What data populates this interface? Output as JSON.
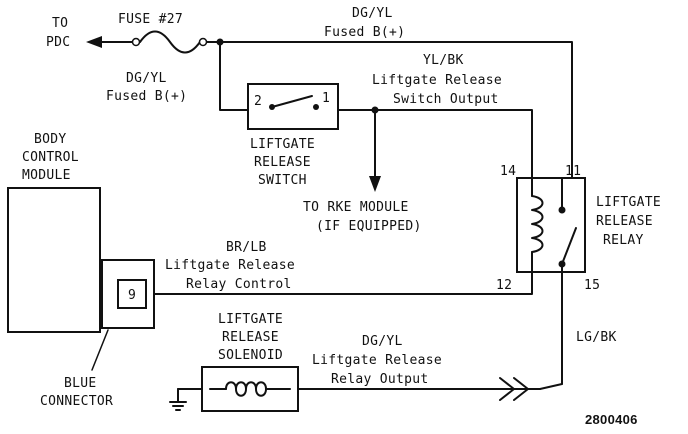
{
  "pdc": {
    "line1": "TO",
    "line2": "PDC"
  },
  "fuse": {
    "label": "FUSE #27"
  },
  "top_wire": {
    "color": "DG/YL",
    "desc": "Fused B(+)"
  },
  "left_wire": {
    "color": "DG/YL",
    "desc": "Fused B(+)"
  },
  "switch_output_wire": {
    "color": "YL/BK",
    "desc1": "Liftgate Release",
    "desc2": "Switch Output"
  },
  "switch": {
    "pin_left": "2",
    "pin_right": "1",
    "name1": "LIFTGATE",
    "name2": "RELEASE",
    "name3": "SWITCH"
  },
  "rke": {
    "line1": "TO RKE MODULE",
    "line2": "(IF EQUIPPED)"
  },
  "bcm": {
    "line1": "BODY",
    "line2": "CONTROL",
    "line3": "MODULE"
  },
  "connector": {
    "pin": "9",
    "label1": "BLUE",
    "label2": "CONNECTOR"
  },
  "relay_control_wire": {
    "color": "BR/LB",
    "desc1": "Liftgate Release",
    "desc2": "Relay Control"
  },
  "relay": {
    "pin14": "14",
    "pin11": "11",
    "pin12": "12",
    "pin15": "15",
    "name1": "LIFTGATE",
    "name2": "RELEASE",
    "name3": "RELAY"
  },
  "lgbk_wire": {
    "color": "LG/BK"
  },
  "solenoid": {
    "name1": "LIFTGATE",
    "name2": "RELEASE",
    "name3": "SOLENOID"
  },
  "relay_output_wire": {
    "color": "DG/YL",
    "desc1": "Liftgate Release",
    "desc2": "Relay Output"
  },
  "figure_number": "2800406",
  "icons": [
    "arrow-left-icon",
    "fuse-icon",
    "switch-icon",
    "coil-icon",
    "ground-icon",
    "chevron-arrow-icon"
  ]
}
